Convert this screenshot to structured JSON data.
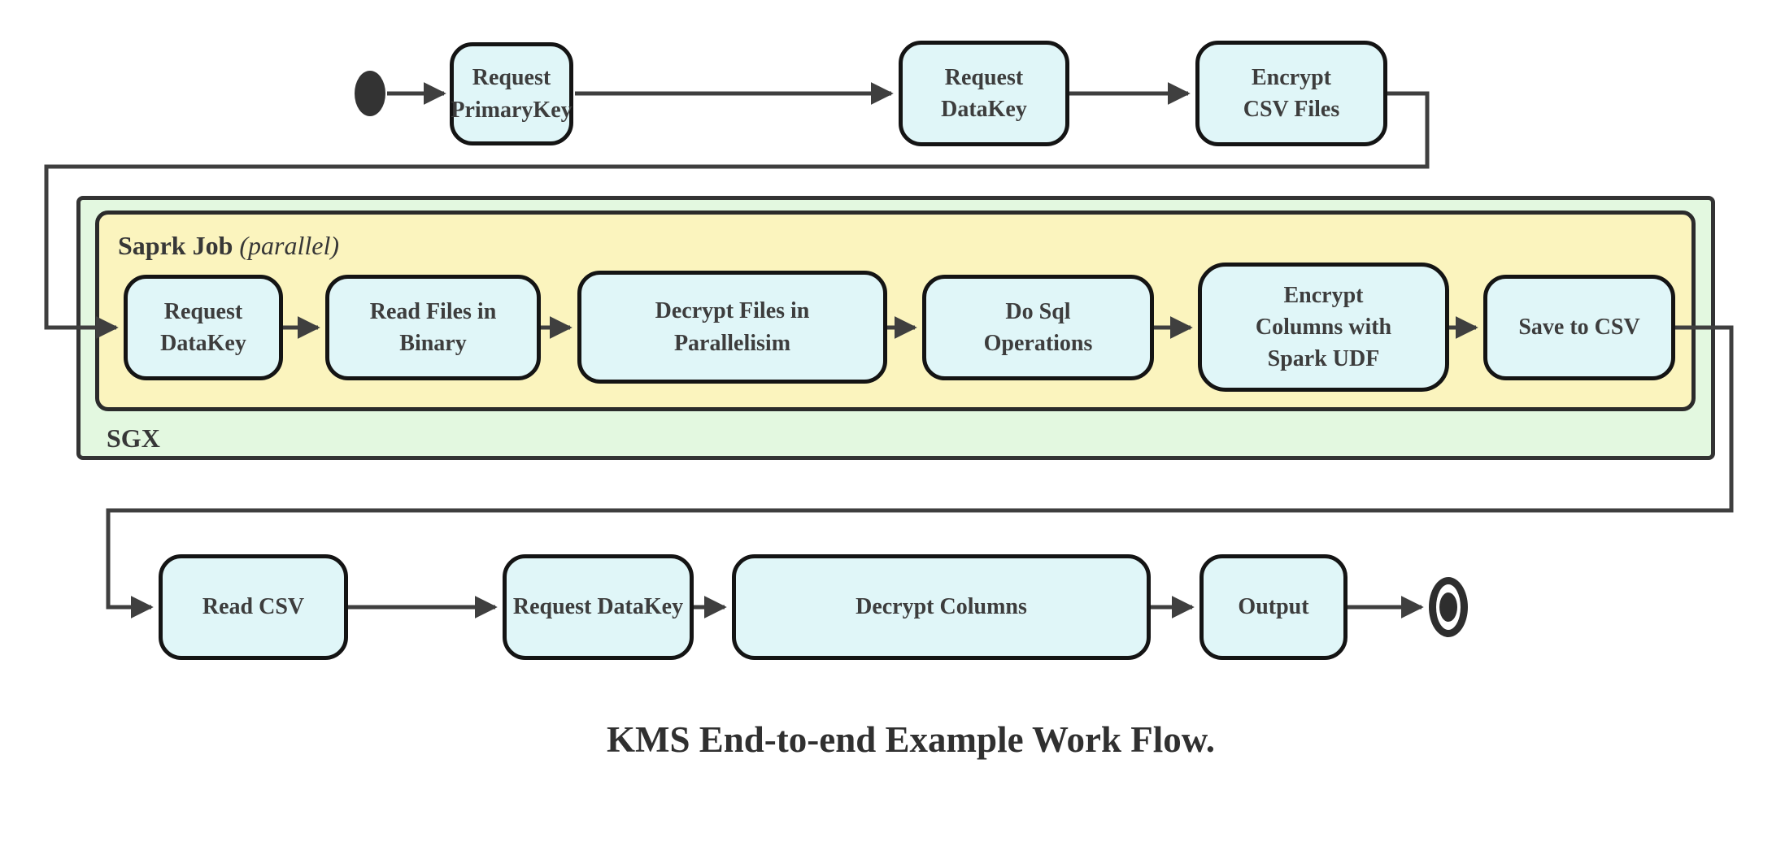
{
  "diagram": {
    "caption": "KMS End-to-end Example Work Flow.",
    "containers": {
      "sgx_label": "SGX",
      "spark_label_bold": "Saprk Job",
      "spark_label_italic": "(parallel)"
    },
    "nodes": {
      "t1": {
        "label": "Request\nPrimaryKey"
      },
      "t2": {
        "label": "Request\nDataKey"
      },
      "t3": {
        "label": "Encrypt\nCSV Files"
      },
      "m1": {
        "label": "Request\nDataKey"
      },
      "m2": {
        "label": "Read Files in\nBinary"
      },
      "m3": {
        "label": "Decrypt Files in\nParallelisim"
      },
      "m4": {
        "label": "Do Sql\nOperations"
      },
      "m5": {
        "label": "Encrypt\nColumns with\nSpark UDF"
      },
      "m6": {
        "label": "Save to CSV"
      },
      "b1": {
        "label": "Read CSV"
      },
      "b2": {
        "label": "Request DataKey"
      },
      "b3": {
        "label": "Decrypt Columns"
      },
      "b4": {
        "label": "Output"
      }
    },
    "colors": {
      "activity_fill": "#E0F6F8",
      "sgx_fill": "#E3F8E0",
      "spark_fill": "#FBF4BE",
      "edge_color": "#3F3F3F"
    }
  }
}
